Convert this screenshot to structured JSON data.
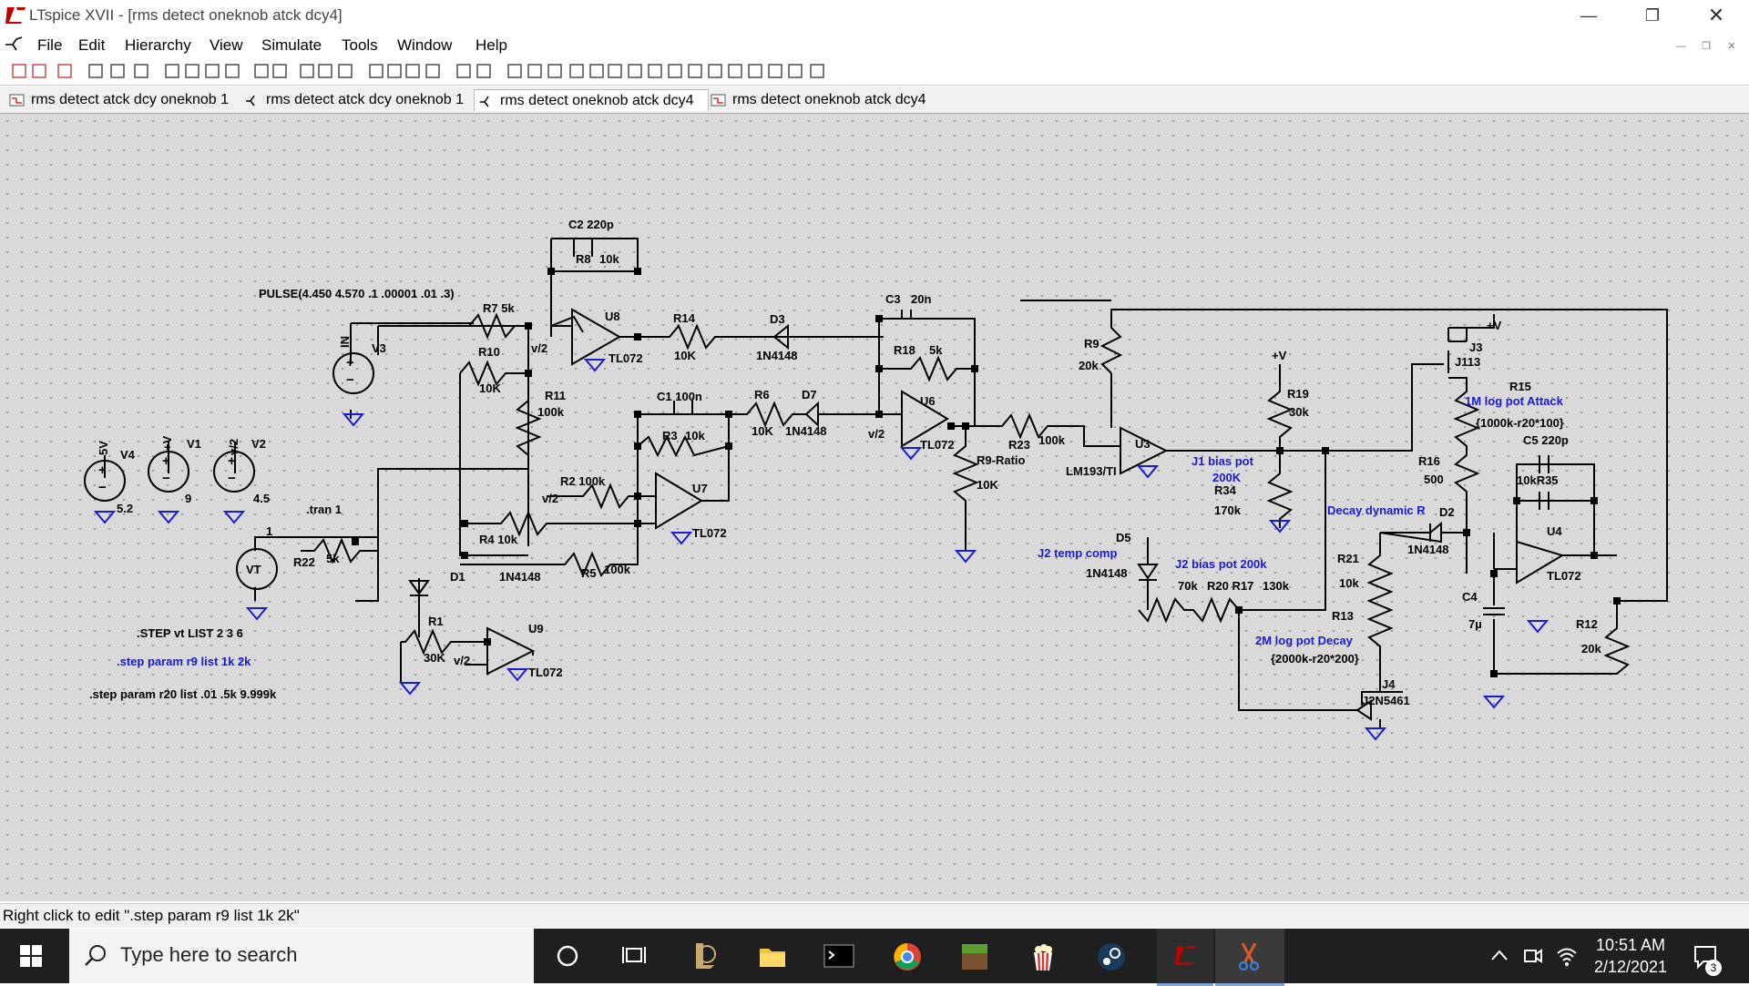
{
  "window": {
    "title": "LTspice XVII - [rms detect  oneknob atck dcy4]"
  },
  "menu": [
    "File",
    "Edit",
    "Hierarchy",
    "View",
    "Simulate",
    "Tools",
    "Window",
    "Help"
  ],
  "tabs": [
    {
      "label": "rms detect   atck dcy oneknob 1",
      "icon": "schematic-icon"
    },
    {
      "label": "rms detect   atck dcy oneknob 1",
      "icon": "waveform-icon"
    },
    {
      "label": "rms detect   oneknob atck dcy4",
      "icon": "waveform-icon",
      "active": true
    },
    {
      "label": "rms detect   oneknob atck dcy4",
      "icon": "schematic-icon"
    }
  ],
  "schematic": {
    "labels": {
      "pulse": "PULSE(4.450 4.570 .1 .00001 .01 .3)",
      "c2": "C2  220p",
      "r8": "R8",
      "r8v": "10k",
      "u8": "U8",
      "tl072_u8": "TL072",
      "r7": "R7 5k",
      "r10": "R10",
      "r10v": "10K",
      "r11": "R11",
      "r11v": "100k",
      "v3": "V3",
      "v3n": "IN",
      "r14": "R14",
      "r14v": "10K",
      "d3": "D3",
      "d3v": "1N4148",
      "c1": "C1  100n",
      "r6": "R6",
      "r6v": "10K",
      "d7": "D7",
      "d7v": "1N4148",
      "r3": "R3",
      "r3v": "10k",
      "r2": "R2  100k",
      "u7": "U7",
      "tl072_u7": "TL072",
      "r4": "R4  10k",
      "r5": "R5",
      "r5v": "100k",
      "c3": "C3",
      "c3v": "20n",
      "r18": "R18",
      "r18v": "5k",
      "u6": "U6",
      "tl072_u6": "TL072",
      "r23": "R23",
      "r23v": "100k",
      "r9ratio": "R9-Ratio",
      "r9ratiov": "10K",
      "v4": "V4",
      "v4v": "5.2",
      "v4n": "5V",
      "v1": "V1",
      "v1v": "9",
      "v1n": "+V",
      "v2": "V2",
      "v2v": "4.5",
      "v2n": "v/2",
      "tran": ".tran 1",
      "vt": "VT",
      "vt1": "1",
      "r22": "R22",
      "r22v": "5k",
      "d1": "D1",
      "d1v": "1N4148",
      "r1": "R1",
      "r1v": "30K",
      "u9": "U9",
      "tl072_u9": "TL072",
      "step_vt": ".STEP vt LIST  2 3 6",
      "step_r9": ".step param r9 list 1k 2k",
      "step_r20": ".step param r20 list .01 .5k  9.999k",
      "r9": "R9",
      "r9v": "20k",
      "u3": "U3",
      "lm193": "LM193/TI",
      "r19": "R19",
      "r19v": "30k",
      "j1bias": "J1 bias pot",
      "j1biasv": "200K",
      "r34": "R34",
      "r34v": "170k",
      "d5": "D5",
      "d5v": "1N4148",
      "j2temp": "J2 temp comp",
      "j2bias": "J2 bias pot 200k",
      "r20r17": "R20 R17",
      "r20v": "70k",
      "r17v": "130k",
      "decay2m": "2M log pot Decay",
      "decayexpr": "{2000k-r20*200}",
      "r13": "R13",
      "r21": "R21",
      "r21v": "10k",
      "j4": "J4",
      "j4v": "J2N5461",
      "j3": "J3",
      "j3v": "J113",
      "j3plus": "+V",
      "r15": "R15",
      "attack1m": "1M log pot Attack",
      "attackexpr": "{1000k-r20*100}",
      "r16": "R16",
      "r16v": "500",
      "decaydyn": "Decay dynamic R",
      "d2": "D2",
      "d2v": "1N4148",
      "c5": "C5  220p",
      "r35": "10kR35",
      "u4": "U4",
      "tl072_u4": "TL072",
      "c4": "C4",
      "c4v": "7µ",
      "r12": "R12",
      "r12v": "20k",
      "vhalf": "v/2",
      "vplus": "+V"
    }
  },
  "status": {
    "text": "Right click to edit \".step param r9 list 1k 2k\""
  },
  "taskbar": {
    "search_placeholder": "Type here to search",
    "time": "10:51 AM",
    "date": "2/12/2021",
    "notifications": "3"
  },
  "colors": {
    "wire": "#000000",
    "ground": "#1a1ad0",
    "directive": "#1a1ad0",
    "canvas": "#d9d9d9",
    "accent_red": "#c00000"
  }
}
